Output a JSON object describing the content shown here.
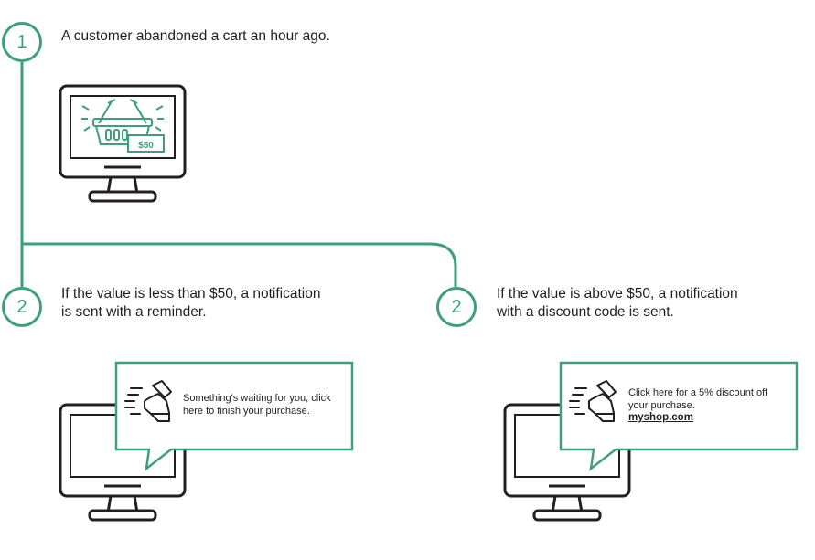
{
  "steps": [
    {
      "number": "1",
      "text": "A customer abandoned a cart an hour ago."
    },
    {
      "number": "2",
      "text_line1": "If the value is less than $50, a notification",
      "text_line2": "is sent with a reminder."
    },
    {
      "number": "2",
      "text_line1": "If the value is above $50, a notification",
      "text_line2": "with a discount code is sent."
    }
  ],
  "cart_price": "$50",
  "notifications": {
    "reminder": {
      "line1": "Something's waiting for you, click",
      "line2": "here to finish your purchase."
    },
    "discount": {
      "line1": "Click here for a 5% discount off",
      "line2": "your purchase.",
      "link": "myshop.com"
    }
  },
  "colors": {
    "accent": "#3f9e7d",
    "ink": "#231f20"
  },
  "icons": [
    "shopping-basket-icon",
    "sneaker-icon",
    "monitor-icon"
  ]
}
